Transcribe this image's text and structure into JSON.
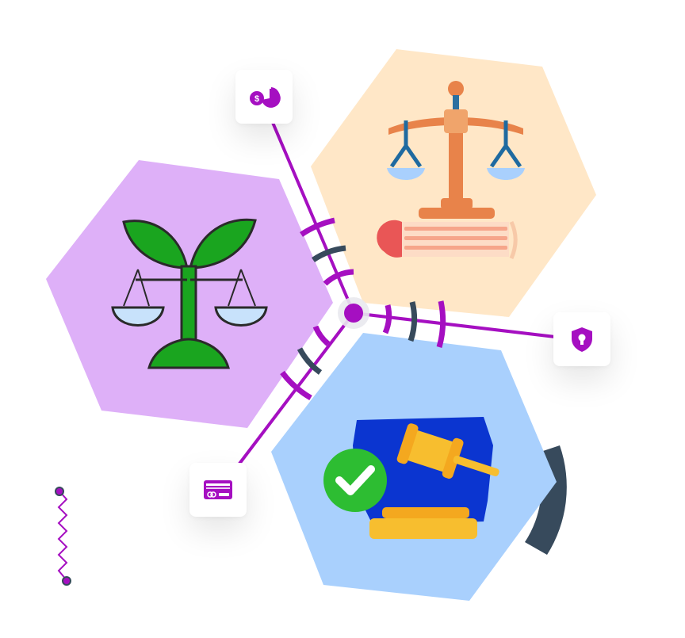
{
  "colors": {
    "accent": "#a50fc1",
    "dark_arc": "#374a5c",
    "hex_purple": "#deb0f8",
    "hex_peach": "#ffe7c7",
    "hex_blue": "#a9d0fd",
    "leaf_green": "#1aa51f",
    "scale_orange": "#e8834a",
    "badge_green": "#2dbd32",
    "gavel_yellow": "#f7be2f",
    "gavel_bg": "#0b35d0"
  },
  "illustrations": [
    {
      "name": "eco-balance",
      "icon": "plant-scale-icon"
    },
    {
      "name": "justice-scale",
      "icon": "scale-of-justice-icon"
    },
    {
      "name": "approved-gavel",
      "icon": "gavel-check-icon"
    }
  ],
  "floating_cards": [
    {
      "name": "finance-card",
      "icon": "dollar-pie-chart-icon"
    },
    {
      "name": "security-card",
      "icon": "shield-lock-icon"
    },
    {
      "name": "payment-card",
      "icon": "credit-card-icon"
    }
  ],
  "decorations": {
    "zigzag": "zigzag-line",
    "hub": "center-node"
  }
}
